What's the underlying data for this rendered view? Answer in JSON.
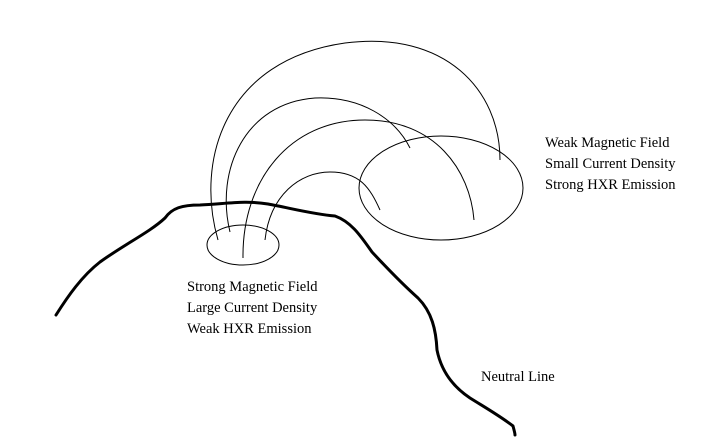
{
  "regions": {
    "right_footpoint": {
      "lines": [
        "Weak Magnetic Field",
        "Small Current Density",
        "Strong HXR Emission"
      ]
    },
    "left_footpoint": {
      "lines": [
        "Strong Magnetic Field",
        "Large Current Density",
        "Weak HXR Emission"
      ]
    }
  },
  "neutral_line": {
    "label": "Neutral Line"
  },
  "colors": {
    "stroke": "#000000",
    "background": "#ffffff"
  }
}
